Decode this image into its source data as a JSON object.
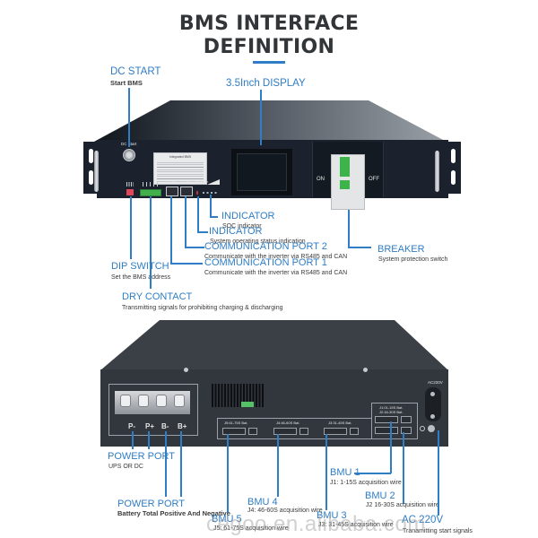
{
  "header": {
    "title_line1": "BMS INTERFACE",
    "title_line2": "DEFINITION"
  },
  "colors": {
    "accent": "#2f7dc4",
    "title": "#333639",
    "device_body": "#1b222d",
    "breaker_green": "#3cb44a"
  },
  "front_device": {
    "dc_start_caption": "DC Start",
    "com1": "COM1",
    "com2": "COM2",
    "run_label": "Run Alarm",
    "on": "ON",
    "off": "OFF",
    "nameplate_title": "Integrated BMS"
  },
  "front_callouts": {
    "dc_start": {
      "title": "DC START",
      "desc": "Start BMS"
    },
    "display": {
      "title": "3.5Inch DISPLAY"
    },
    "soc_indicator": {
      "title": "INDICATOR",
      "desc": "SOC indicator"
    },
    "status_indicator": {
      "title": "INDICATOR",
      "desc": "System operating status indication"
    },
    "com_port_2": {
      "title": "COMMUNICATION PORT 2",
      "desc": "Communicate with the inverter via RS485 and CAN"
    },
    "com_port_1": {
      "title": "COMMUNICATION PORT 1",
      "desc": "Communicate with the inverter via RS485 and CAN"
    },
    "breaker": {
      "title": "BREAKER",
      "desc": "System protection switch"
    },
    "dip_switch": {
      "title": "DIP SWITCH",
      "desc": "Set the BMS address"
    },
    "dry_contact": {
      "title": "DRY CONTACT",
      "desc": "Transmitting signals for prohibiting charging & discharging"
    }
  },
  "rear_device": {
    "terminals": [
      "P-",
      "P+",
      "B-",
      "B+"
    ],
    "connectors": [
      "J5:61-75S Bat.",
      "J4:46-60S Bat.",
      "J3:31-45S Bat."
    ],
    "connector_pair": [
      "J1:01-15S Bat.",
      "J2:16-30S Bat."
    ],
    "ac_label": "AC220V"
  },
  "rear_callouts": {
    "power_port_ups": {
      "title": "POWER PORT",
      "desc": "UPS OR DC"
    },
    "power_port_battery": {
      "title": "POWER PORT",
      "desc": "Battery Total Positive And Negative"
    },
    "bmu1": {
      "title": "BMU 1",
      "desc": "J1: 1-15S acquisition wire"
    },
    "bmu2": {
      "title": "BMU 2",
      "desc": "J2 16-30S acquisition wire"
    },
    "bmu3": {
      "title": "BMU 3",
      "desc": "J3: 31-45S acquisition wire"
    },
    "bmu4": {
      "title": "BMU 4",
      "desc": "J4: 46-60S acquisition wire"
    },
    "bmu5": {
      "title": "BMU 5",
      "desc": "J5: 61-75S acquisition wire"
    },
    "ac220v": {
      "title": "AC 220V",
      "desc": "Tranamitting start signals"
    }
  },
  "watermark": "cegoo.en.alibaba.com"
}
